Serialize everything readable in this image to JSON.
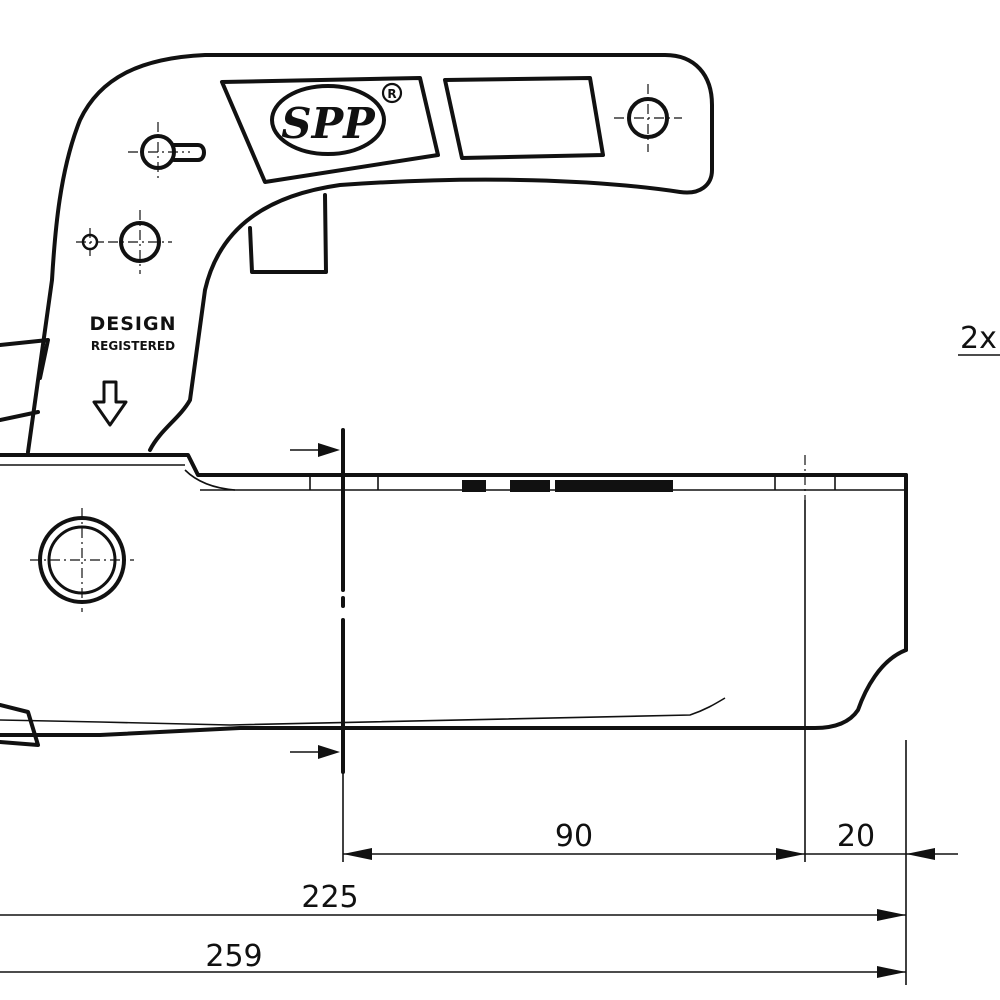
{
  "logo": {
    "text": "SPP",
    "mark": "R"
  },
  "stamp": {
    "line1": "DESIGN",
    "line2": "REGISTERED"
  },
  "side_note": "2x",
  "dimensions": {
    "d90": "90",
    "d20": "20",
    "d225": "225",
    "d259": "259"
  },
  "colors": {
    "line": "#111111",
    "background": "#ffffff"
  }
}
